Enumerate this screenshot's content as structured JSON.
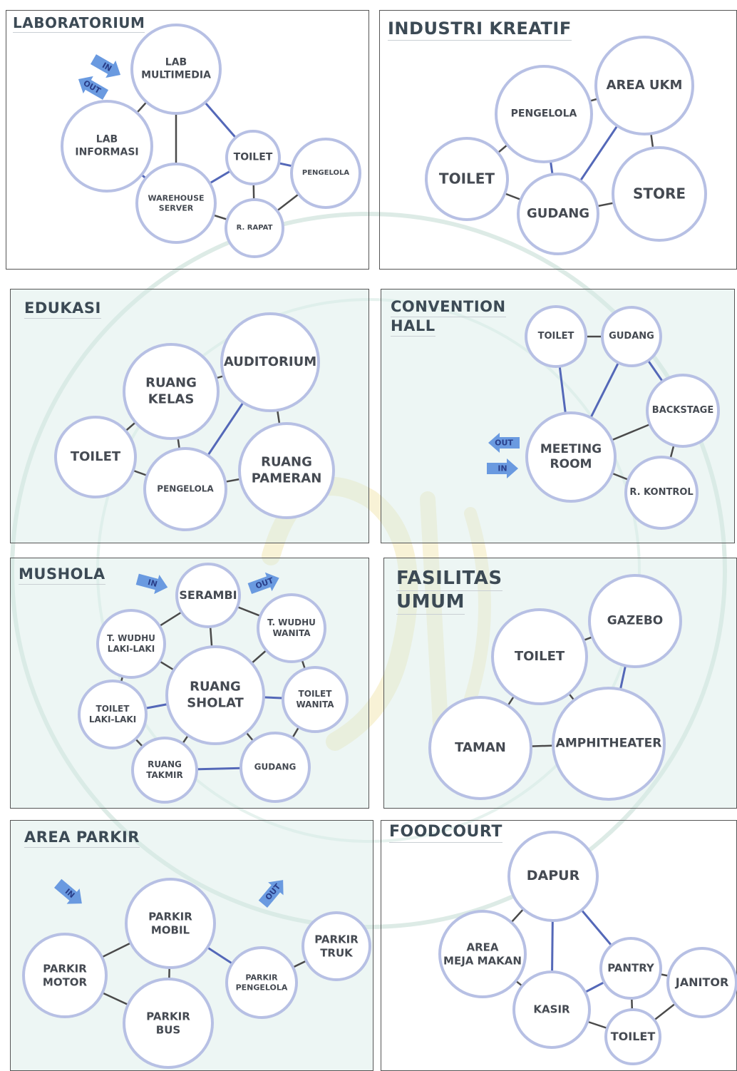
{
  "colors": {
    "edge_dark": "#4a4a4a",
    "edge_blue": "#5468b8",
    "node_stroke": "#b7c0e4",
    "node_fill": "#ffffff",
    "arrow_blue": "#6a9ae0"
  },
  "panels": [
    {
      "id": "laboratorium",
      "title": [
        "LABORATORIUM"
      ],
      "nodes": [
        {
          "id": "lab_multimedia",
          "label": "LAB\nMULTIMEDIA"
        },
        {
          "id": "lab_informasi",
          "label": "LAB\nINFORMASI"
        },
        {
          "id": "toilet",
          "label": "TOILET"
        },
        {
          "id": "pengelola",
          "label": "PENGELOLA"
        },
        {
          "id": "warehouse_server",
          "label": "WAREHOUSE\nSERVER"
        },
        {
          "id": "r_rapat",
          "label": "R. RAPAT"
        }
      ],
      "edges": [
        [
          "lab_multimedia",
          "lab_informasi"
        ],
        [
          "lab_multimedia",
          "warehouse_server"
        ],
        [
          "lab_multimedia",
          "toilet"
        ],
        [
          "lab_informasi",
          "warehouse_server"
        ],
        [
          "warehouse_server",
          "toilet"
        ],
        [
          "warehouse_server",
          "r_rapat"
        ],
        [
          "toilet",
          "pengelola"
        ],
        [
          "toilet",
          "r_rapat"
        ],
        [
          "pengelola",
          "r_rapat"
        ]
      ],
      "arrows": [
        {
          "label": "IN",
          "dir": "in"
        },
        {
          "label": "OUT",
          "dir": "out"
        }
      ]
    },
    {
      "id": "industri_kreatif",
      "title": [
        "INDUSTRI KREATIF"
      ],
      "nodes": [
        {
          "id": "pengelola",
          "label": "PENGELOLA"
        },
        {
          "id": "area_ukm",
          "label": "AREA UKM"
        },
        {
          "id": "toilet",
          "label": "TOILET"
        },
        {
          "id": "gudang",
          "label": "GUDANG"
        },
        {
          "id": "store",
          "label": "STORE"
        }
      ],
      "edges": [
        [
          "pengelola",
          "area_ukm"
        ],
        [
          "pengelola",
          "toilet"
        ],
        [
          "pengelola",
          "gudang"
        ],
        [
          "area_ukm",
          "gudang"
        ],
        [
          "area_ukm",
          "store"
        ],
        [
          "toilet",
          "gudang"
        ],
        [
          "gudang",
          "store"
        ]
      ],
      "arrows": []
    },
    {
      "id": "edukasi",
      "title": [
        "EDUKASI"
      ],
      "nodes": [
        {
          "id": "ruang_kelas",
          "label": "RUANG\nKELAS"
        },
        {
          "id": "auditorium",
          "label": "AUDITORIUM"
        },
        {
          "id": "toilet",
          "label": "TOILET"
        },
        {
          "id": "pengelola",
          "label": "PENGELOLA"
        },
        {
          "id": "ruang_pameran",
          "label": "RUANG\nPAMERAN"
        }
      ],
      "edges": [
        [
          "ruang_kelas",
          "auditorium"
        ],
        [
          "ruang_kelas",
          "toilet"
        ],
        [
          "ruang_kelas",
          "pengelola"
        ],
        [
          "auditorium",
          "pengelola"
        ],
        [
          "auditorium",
          "ruang_pameran"
        ],
        [
          "toilet",
          "pengelola"
        ],
        [
          "pengelola",
          "ruang_pameran"
        ]
      ],
      "arrows": []
    },
    {
      "id": "convention_hall",
      "title": [
        "CONVENTION",
        "HALL"
      ],
      "nodes": [
        {
          "id": "toilet",
          "label": "TOILET"
        },
        {
          "id": "gudang",
          "label": "GUDANG"
        },
        {
          "id": "backstage",
          "label": "BACKSTAGE"
        },
        {
          "id": "meeting_room",
          "label": "MEETING\nROOM"
        },
        {
          "id": "r_kontrol",
          "label": "R. KONTROL"
        }
      ],
      "edges": [
        [
          "toilet",
          "gudang"
        ],
        [
          "toilet",
          "meeting_room"
        ],
        [
          "gudang",
          "backstage"
        ],
        [
          "gudang",
          "meeting_room"
        ],
        [
          "backstage",
          "meeting_room"
        ],
        [
          "backstage",
          "r_kontrol"
        ],
        [
          "meeting_room",
          "r_kontrol"
        ]
      ],
      "arrows": [
        {
          "label": "OUT",
          "dir": "out"
        },
        {
          "label": "IN",
          "dir": "in"
        }
      ]
    },
    {
      "id": "mushola",
      "title": [
        "MUSHOLA"
      ],
      "nodes": [
        {
          "id": "serambi",
          "label": "SERAMBI"
        },
        {
          "id": "t_wudhu_laki",
          "label": "T. WUDHU\nLAKI-LAKI"
        },
        {
          "id": "t_wudhu_wanita",
          "label": "T. WUDHU\nWANITA"
        },
        {
          "id": "ruang_sholat",
          "label": "RUANG\nSHOLAT"
        },
        {
          "id": "toilet_laki",
          "label": "TOILET\nLAKI-LAKI"
        },
        {
          "id": "toilet_wanita",
          "label": "TOILET\nWANITA"
        },
        {
          "id": "ruang_takmir",
          "label": "RUANG\nTAKMIR"
        },
        {
          "id": "gudang",
          "label": "GUDANG"
        }
      ],
      "edges": [
        [
          "serambi",
          "t_wudhu_laki"
        ],
        [
          "serambi",
          "t_wudhu_wanita"
        ],
        [
          "serambi",
          "ruang_sholat"
        ],
        [
          "t_wudhu_laki",
          "ruang_sholat"
        ],
        [
          "t_wudhu_laki",
          "toilet_laki"
        ],
        [
          "t_wudhu_wanita",
          "ruang_sholat"
        ],
        [
          "t_wudhu_wanita",
          "toilet_wanita"
        ],
        [
          "ruang_sholat",
          "toilet_laki"
        ],
        [
          "ruang_sholat",
          "toilet_wanita"
        ],
        [
          "ruang_sholat",
          "ruang_takmir"
        ],
        [
          "ruang_sholat",
          "gudang"
        ],
        [
          "toilet_laki",
          "ruang_takmir"
        ],
        [
          "toilet_wanita",
          "gudang"
        ],
        [
          "ruang_takmir",
          "gudang"
        ]
      ],
      "arrows": [
        {
          "label": "IN",
          "dir": "in"
        },
        {
          "label": "OUT",
          "dir": "out"
        }
      ]
    },
    {
      "id": "fasilitas_umum",
      "title": [
        "FASILITAS",
        "UMUM"
      ],
      "nodes": [
        {
          "id": "gazebo",
          "label": "GAZEBO"
        },
        {
          "id": "toilet",
          "label": "TOILET"
        },
        {
          "id": "taman",
          "label": "TAMAN"
        },
        {
          "id": "amphitheater",
          "label": "AMPHITHEATER"
        }
      ],
      "edges": [
        [
          "toilet",
          "gazebo"
        ],
        [
          "toilet",
          "taman"
        ],
        [
          "toilet",
          "amphitheater"
        ],
        [
          "gazebo",
          "amphitheater"
        ],
        [
          "taman",
          "amphitheater"
        ]
      ],
      "arrows": []
    },
    {
      "id": "area_parkir",
      "title": [
        "AREA PARKIR"
      ],
      "nodes": [
        {
          "id": "parkir_mobil",
          "label": "PARKIR\nMOBIL"
        },
        {
          "id": "parkir_motor",
          "label": "PARKIR\nMOTOR"
        },
        {
          "id": "parkir_bus",
          "label": "PARKIR\nBUS"
        },
        {
          "id": "parkir_pengelola",
          "label": "PARKIR\nPENGELOLA"
        },
        {
          "id": "parkir_truk",
          "label": "PARKIR\nTRUK"
        }
      ],
      "edges": [
        [
          "parkir_mobil",
          "parkir_motor"
        ],
        [
          "parkir_mobil",
          "parkir_bus"
        ],
        [
          "parkir_mobil",
          "parkir_pengelola"
        ],
        [
          "parkir_motor",
          "parkir_bus"
        ],
        [
          "parkir_pengelola",
          "parkir_truk"
        ]
      ],
      "arrows": [
        {
          "label": "IN",
          "dir": "in"
        },
        {
          "label": "OUT",
          "dir": "out"
        }
      ]
    },
    {
      "id": "foodcourt",
      "title": [
        "FOODCOURT"
      ],
      "nodes": [
        {
          "id": "dapur",
          "label": "DAPUR"
        },
        {
          "id": "area_meja_makan",
          "label": "AREA\nMEJA MAKAN"
        },
        {
          "id": "pantry",
          "label": "PANTRY"
        },
        {
          "id": "janitor",
          "label": "JANITOR"
        },
        {
          "id": "kasir",
          "label": "KASIR"
        },
        {
          "id": "toilet",
          "label": "TOILET"
        }
      ],
      "edges": [
        [
          "dapur",
          "area_meja_makan"
        ],
        [
          "dapur",
          "kasir"
        ],
        [
          "dapur",
          "pantry"
        ],
        [
          "area_meja_makan",
          "kasir"
        ],
        [
          "pantry",
          "janitor"
        ],
        [
          "pantry",
          "kasir"
        ],
        [
          "pantry",
          "toilet"
        ],
        [
          "kasir",
          "toilet"
        ],
        [
          "toilet",
          "janitor"
        ]
      ],
      "arrows": []
    }
  ]
}
